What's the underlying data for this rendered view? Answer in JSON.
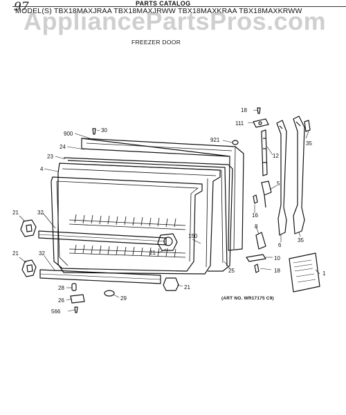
{
  "header": {
    "page_number": "97",
    "catalog_title": "PARTS CATALOG",
    "models": "MODEL(S) TBX18MAXJRAA  TBX18MAXJRWW  TBX18MAXKRAA  TBX18MAXKRWW",
    "watermark": "AppliancePartsPros.com"
  },
  "diagram": {
    "subtitle": "FREEZER DOOR",
    "art_number": "(ART NO. WR17175 C9)",
    "callouts": [
      "18",
      "111",
      "900",
      "30",
      "921",
      "35",
      "24",
      "12",
      "23",
      "4",
      "5",
      "21",
      "32",
      "16",
      "8",
      "150",
      "6",
      "35",
      "21",
      "32",
      "21",
      "25",
      "10",
      "18",
      "1",
      "28",
      "21",
      "26",
      "29",
      "566"
    ]
  },
  "colors": {
    "ink": "#111111",
    "watermark": "#8c8c8c",
    "paper": "#ffffff"
  }
}
